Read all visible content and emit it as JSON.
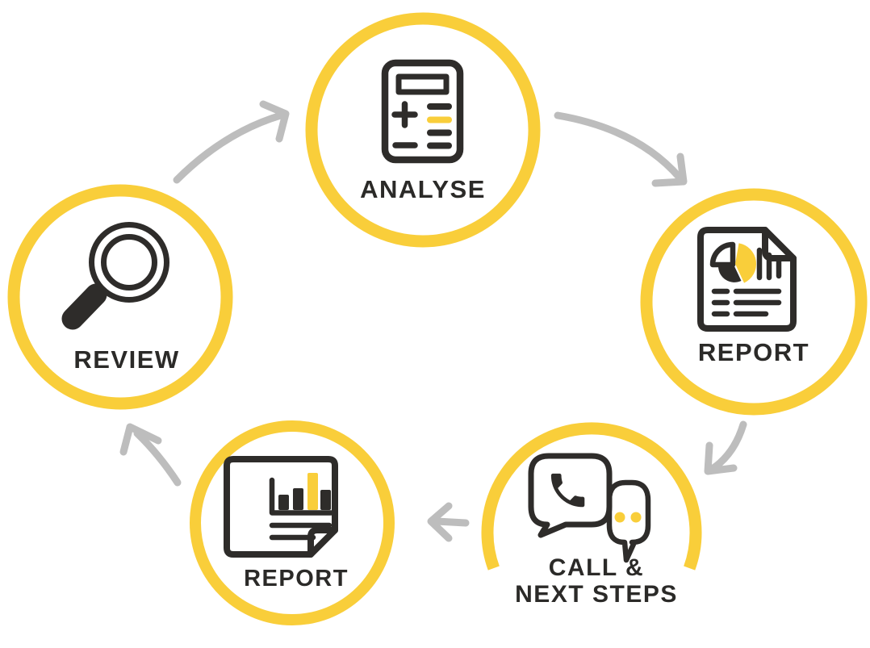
{
  "nodes": {
    "analyse": {
      "label": "ANALYSE",
      "icon": "calculator-icon"
    },
    "report_right": {
      "label": "REPORT",
      "icon": "document-pie-chart-icon"
    },
    "call_next_steps": {
      "label": "CALL &\nNEXT STEPS",
      "icon": "phone-chat-bubbles-icon"
    },
    "report_bottom": {
      "label": "REPORT",
      "icon": "document-bar-chart-icon"
    },
    "review": {
      "label": "REVIEW",
      "icon": "magnifying-glass-icon"
    }
  },
  "flow": {
    "direction": "clockwise",
    "sequence": [
      "REVIEW",
      "ANALYSE",
      "REPORT",
      "CALL & NEXT STEPS",
      "REPORT"
    ]
  },
  "colors": {
    "accent": "#F9CE3A",
    "ink": "#2E2C2A",
    "text": "#2B2A28",
    "arrow": "#BDBDBD",
    "background": "#FFFFFF"
  }
}
